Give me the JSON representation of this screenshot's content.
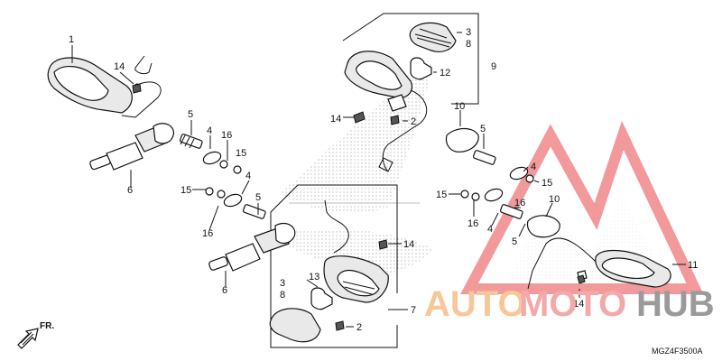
{
  "callouts": {
    "c1": "1",
    "c14a": "14",
    "c5a": "5",
    "c4a": "4",
    "c16a": "16",
    "c15a": "15",
    "c6a": "6",
    "c15b": "15",
    "c4b": "4",
    "c5b": "5",
    "c16b": "16",
    "c6b": "6",
    "c3a": "3",
    "c8a": "8",
    "c9": "9",
    "c12": "12",
    "c14b": "14",
    "c2a": "2",
    "c10a": "10",
    "c5c": "5",
    "c4c": "4",
    "c15c": "15",
    "c15d": "15",
    "c16c": "16",
    "c16d": "16",
    "c4d": "4",
    "c10b": "10",
    "c5d": "5",
    "c11": "11",
    "c14c": "14",
    "c14d": "14",
    "c13": "13",
    "c3b": "3",
    "c8b": "8",
    "c7": "7",
    "c2b": "2"
  },
  "front_label": "FR.",
  "diagram_code": "MGZ4F3500A",
  "watermark": {
    "part1": "AUTO",
    "part2": "MOTO",
    "part3": "HUB"
  },
  "colors": {
    "watermark_red": "#e8474a",
    "watermark_orange": "#f2a24a",
    "watermark_gray": "#8c8c8c"
  }
}
